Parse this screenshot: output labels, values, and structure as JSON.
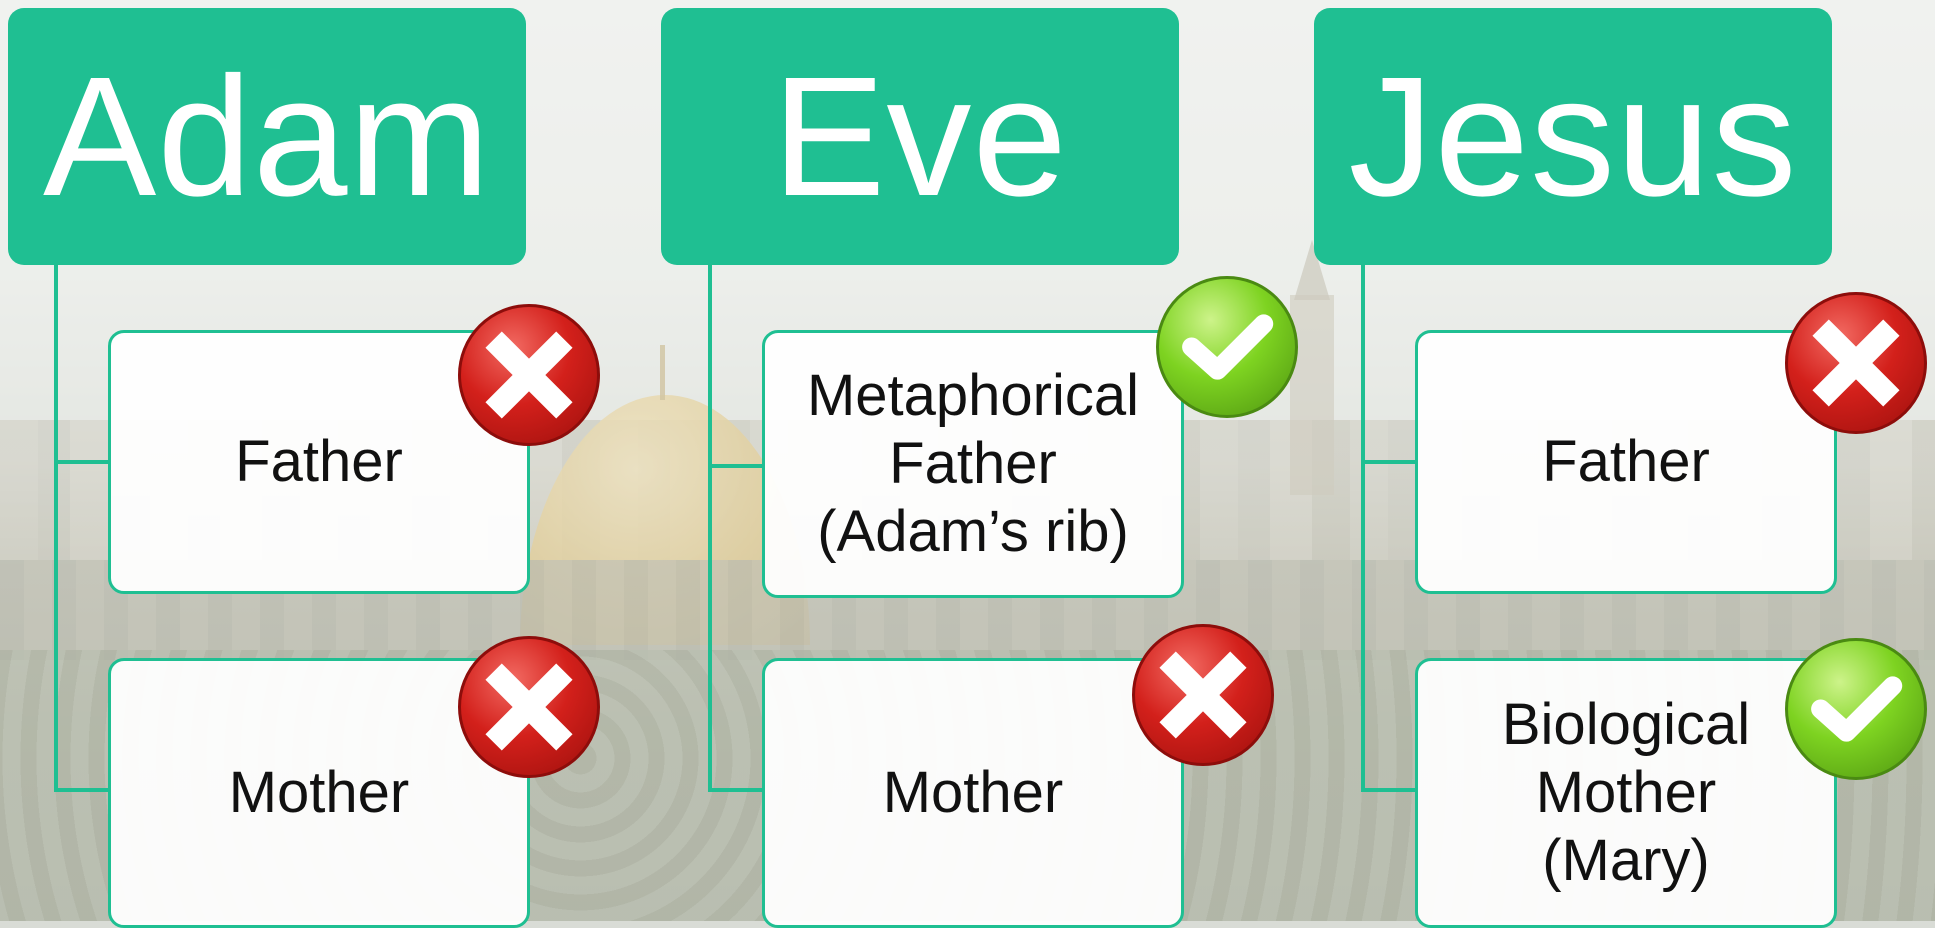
{
  "colors": {
    "accent": "#1fbf92",
    "card_bg": "#ffffff",
    "text": "#111111",
    "cross": "#d3201b",
    "check": "#7ed321"
  },
  "columns": [
    {
      "name": "Adam",
      "items": [
        {
          "label": "Father",
          "status": "cross",
          "icon": "red-x-icon"
        },
        {
          "label": "Mother",
          "status": "cross",
          "icon": "red-x-icon"
        }
      ]
    },
    {
      "name": "Eve",
      "items": [
        {
          "label": "Metaphorical\nFather\n(Adam’s rib)",
          "status": "check",
          "icon": "green-checkmark-icon"
        },
        {
          "label": "Mother",
          "status": "cross",
          "icon": "red-x-icon"
        }
      ]
    },
    {
      "name": "Jesus",
      "items": [
        {
          "label": "Father",
          "status": "cross",
          "icon": "red-x-icon"
        },
        {
          "label": "Biological\nMother\n(Mary)",
          "status": "check",
          "icon": "green-checkmark-icon"
        }
      ]
    }
  ]
}
